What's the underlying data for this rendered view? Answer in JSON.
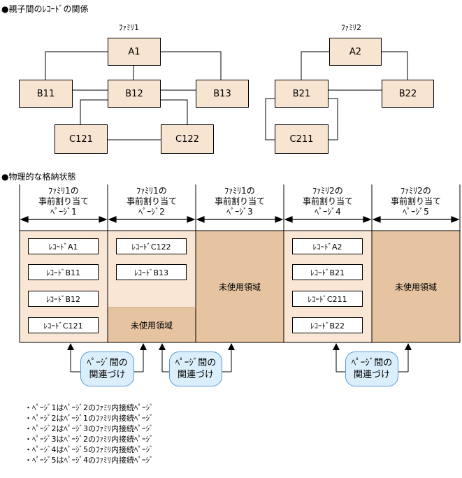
{
  "headings": {
    "relation": "●親子間のﾚｺｰﾄﾞの関係",
    "physical": "●物理的な格納状態"
  },
  "families": {
    "family1": {
      "label": "ﾌｧﾐﾘ1",
      "nodes": {
        "a1": "A1",
        "b11": "B11",
        "b12": "B12",
        "b13": "B13",
        "c121": "C121",
        "c122": "C122"
      }
    },
    "family2": {
      "label": "ﾌｧﾐﾘ2",
      "nodes": {
        "a2": "A2",
        "b21": "B21",
        "b22": "B22",
        "c211": "C211"
      }
    }
  },
  "pages": [
    {
      "line1": "ﾌｧﾐﾘ1の",
      "line2": "事前割り当て",
      "line3": "ﾍﾟｰｼﾞ1",
      "records": [
        "ﾚｺｰﾄﾞA1",
        "ﾚｺｰﾄﾞB11",
        "ﾚｺｰﾄﾞB12",
        "ﾚｺｰﾄﾞC121"
      ],
      "unused": ""
    },
    {
      "line1": "ﾌｧﾐﾘ1の",
      "line2": "事前割り当て",
      "line3": "ﾍﾟｰｼﾞ2",
      "records": [
        "ﾚｺｰﾄﾞC122",
        "ﾚｺｰﾄﾞB13"
      ],
      "unused": "未使用領域"
    },
    {
      "line1": "ﾌｧﾐﾘ1の",
      "line2": "事前割り当て",
      "line3": "ﾍﾟｰｼﾞ3",
      "records": [],
      "unused": "未使用領域"
    },
    {
      "line1": "ﾌｧﾐﾘ2の",
      "line2": "事前割り当て",
      "line3": "ﾍﾟｰｼﾞ4",
      "records": [
        "ﾚｺｰﾄﾞA2",
        "ﾚｺｰﾄﾞB21",
        "ﾚｺｰﾄﾞC211",
        "ﾚｺｰﾄﾞB22"
      ],
      "unused": ""
    },
    {
      "line1": "ﾌｧﾐﾘ2の",
      "line2": "事前割り当て",
      "line3": "ﾍﾟｰｼﾞ5",
      "records": [],
      "unused": "未使用領域"
    }
  ],
  "callouts": [
    {
      "line1": "ﾍﾟｰｼﾞ間の",
      "line2": "関連づけ"
    },
    {
      "line1": "ﾍﾟｰｼﾞ間の",
      "line2": "関連づけ"
    },
    {
      "line1": "ﾍﾟｰｼﾞ間の",
      "line2": "関連づけ"
    }
  ],
  "notes": [
    "・ﾍﾟｰｼﾞ1はﾍﾟｰｼﾞ2のﾌｧﾐﾘ内接続ﾍﾟｰｼﾞ",
    "・ﾍﾟｰｼﾞ2はﾍﾟｰｼﾞ1のﾌｧﾐﾘ内接続ﾍﾟｰｼﾞ",
    "・ﾍﾟｰｼﾞ2はﾍﾟｰｼﾞ3のﾌｧﾐﾘ内接続ﾍﾟｰｼﾞ",
    "・ﾍﾟｰｼﾞ3はﾍﾟｰｼﾞ2のﾌｧﾐﾘ内接続ﾍﾟｰｼﾞ",
    "・ﾍﾟｰｼﾞ4はﾍﾟｰｼﾞ5のﾌｧﾐﾘ内接続ﾍﾟｰｼﾞ",
    "・ﾍﾟｰｼﾞ5はﾍﾟｰｼﾞ4のﾌｧﾐﾘ内接続ﾍﾟｰｼﾞ"
  ],
  "colors": {
    "node_fill": "#f7e4d1",
    "page_used": "#f9e6d5",
    "page_unused": "#e6c3a1",
    "callout_fill": "#dbeefb",
    "callout_border": "#5b9bd5"
  }
}
